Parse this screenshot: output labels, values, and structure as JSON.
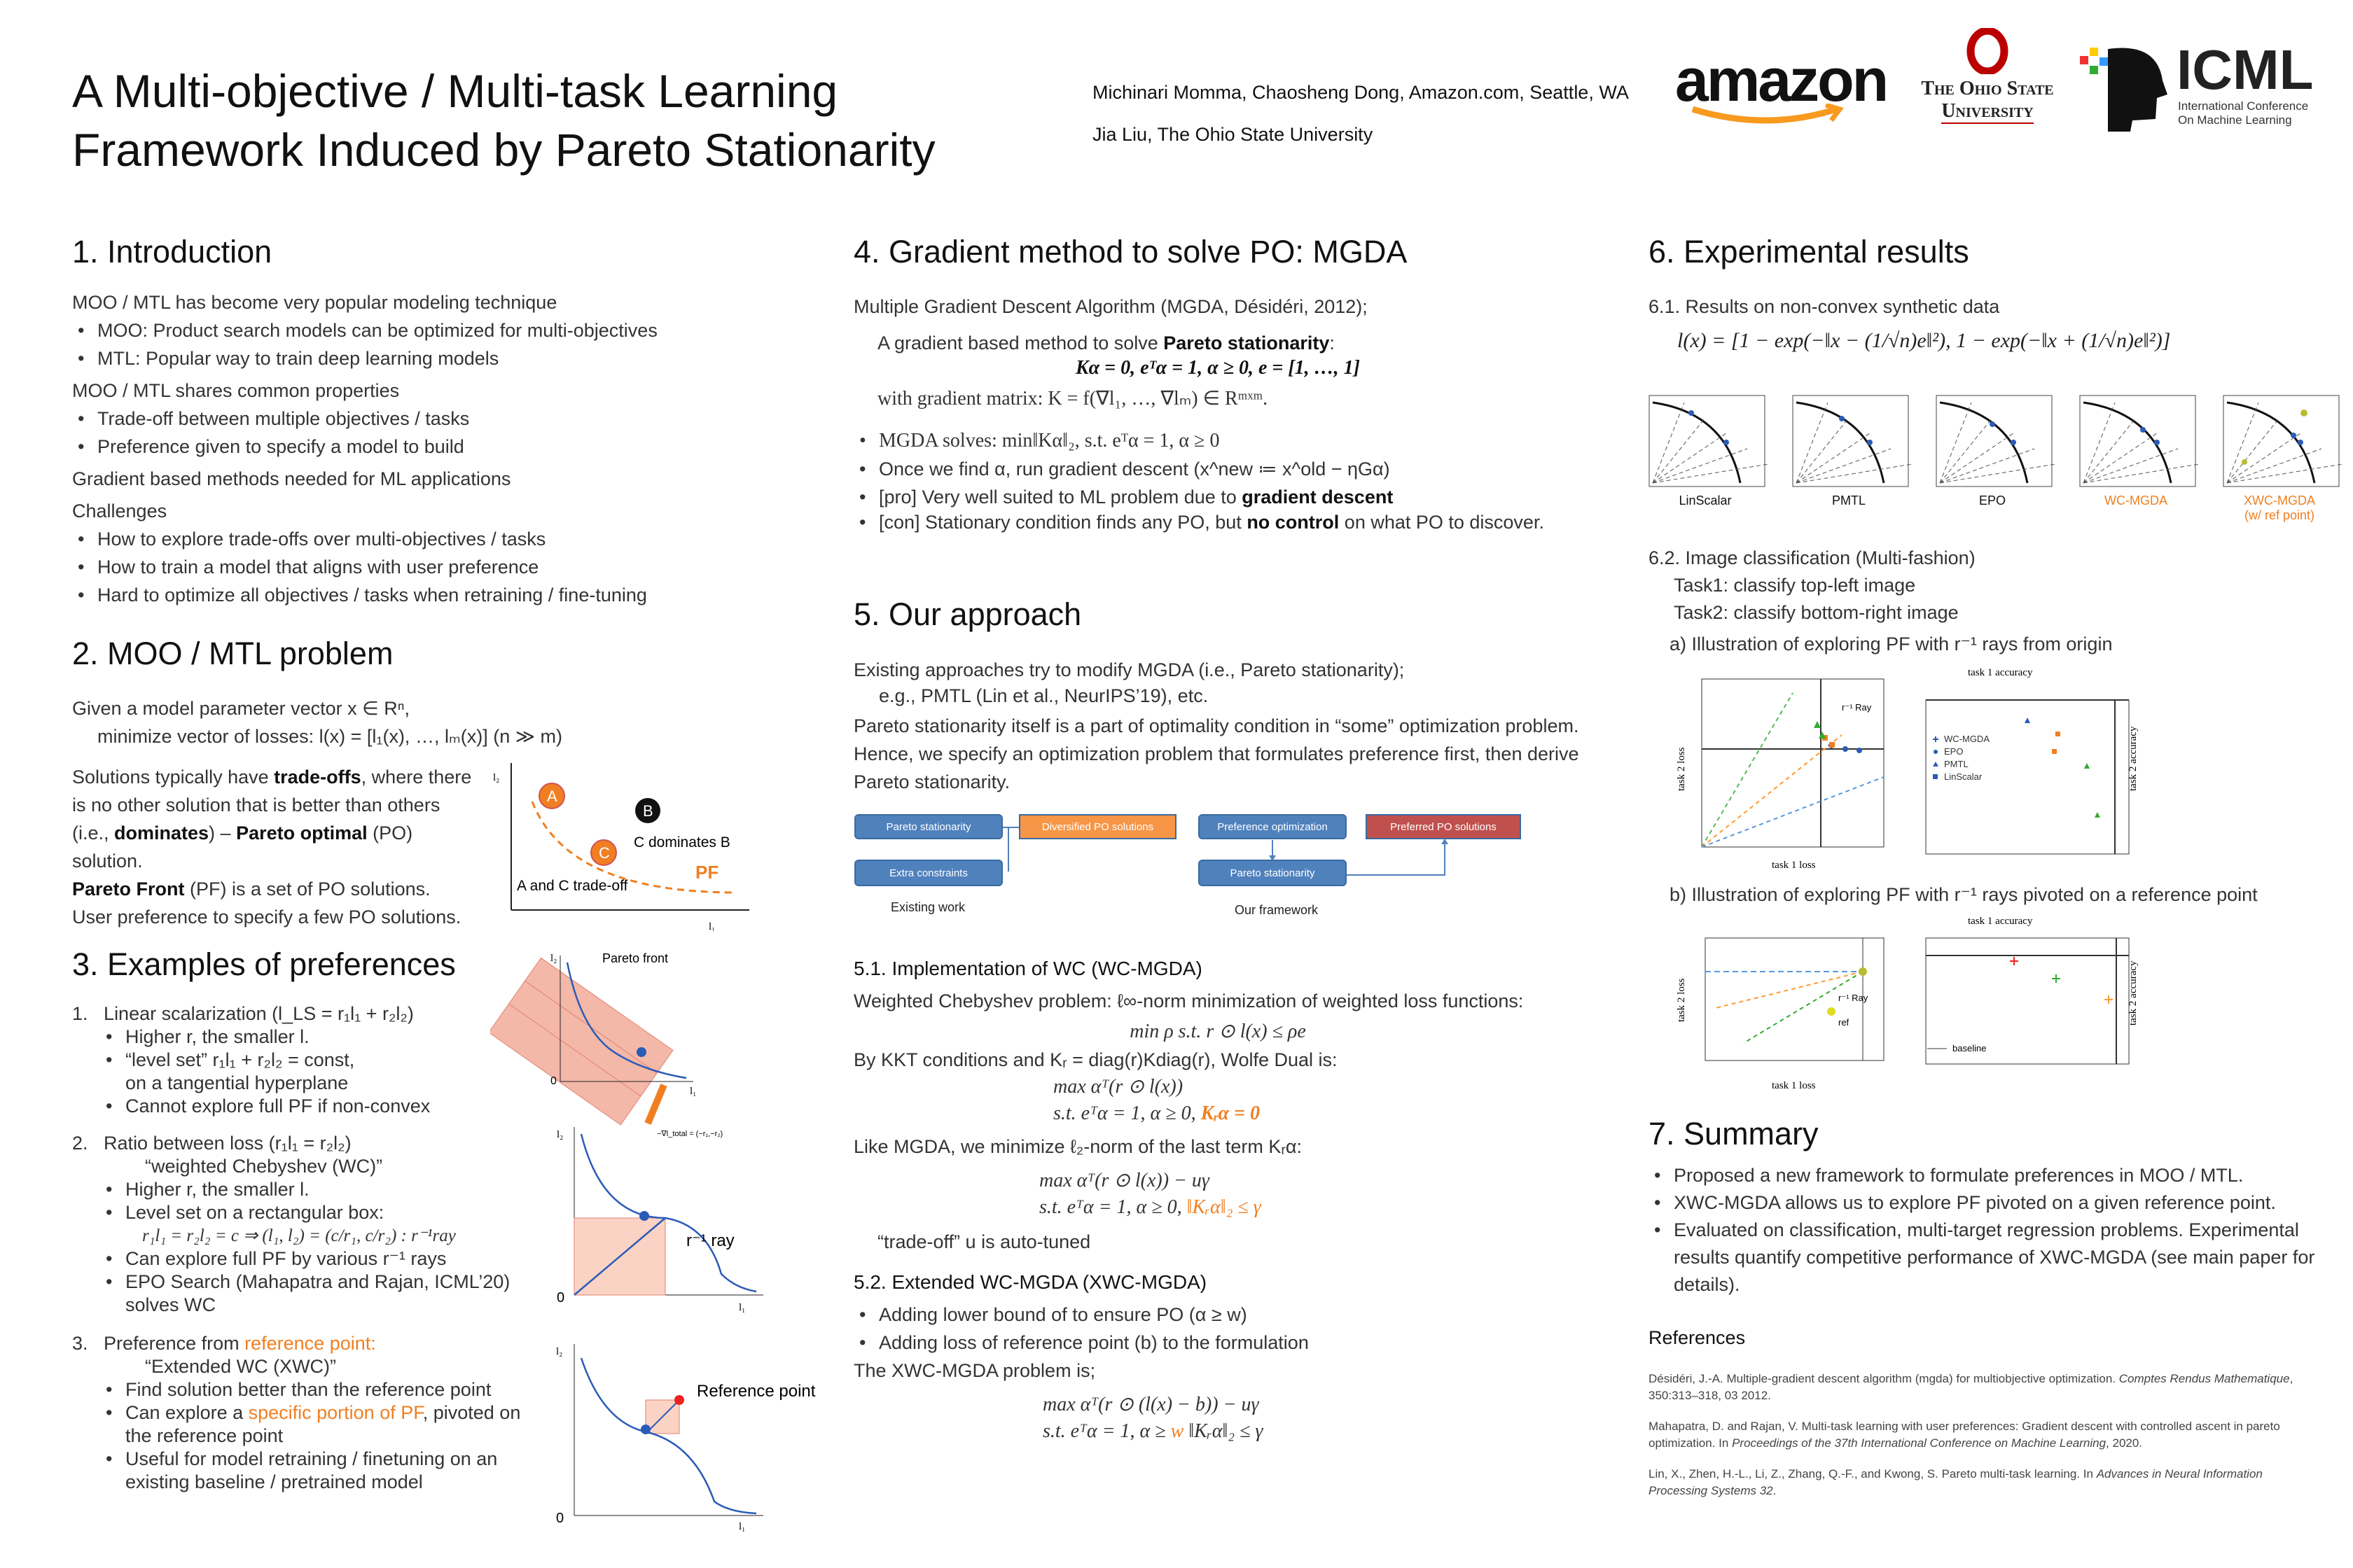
{
  "title": [
    "A Multi-objective / Multi-task Learning",
    "Framework Induced by Pareto Stationarity"
  ],
  "authors": [
    "Michinari Momma, Chaosheng Dong, Amazon.com, Seattle, WA",
    "Jia Liu, The Ohio State University"
  ],
  "logos": {
    "amazon": "amazon",
    "osu": [
      "The Ohio State",
      "University"
    ],
    "icml": "ICML",
    "icml_sub": [
      "International Conference",
      "On Machine Learning"
    ]
  },
  "colors": {
    "orange": "#f07f22",
    "blue": "#4f81bd",
    "red": "#c0504d"
  },
  "s1": {
    "h": "1. Introduction",
    "p1": "MOO / MTL has become very popular modeling technique",
    "b1": [
      "MOO: Product search models can be optimized for multi-objectives",
      "MTL: Popular way to train deep learning models"
    ],
    "p2": "MOO / MTL shares common properties",
    "b2": [
      "Trade-off between multiple objectives / tasks",
      "Preference given to specify a model to build"
    ],
    "p3": "Gradient based methods needed for ML applications",
    "p4": "Challenges",
    "b3": [
      "How to explore trade-offs over multi-objectives / tasks",
      "How to train a model that aligns with user preference",
      "Hard to optimize all objectives / tasks when retraining / fine-tuning"
    ]
  },
  "s2": {
    "h": "2. MOO / MTL problem",
    "l1": "Given a model parameter vector x ∈ Rⁿ,",
    "l2": "minimize vector of losses: l(x) = [l₁(x), …, lₘ(x)]  (n ≫ m)",
    "t1": "Solutions typically have ",
    "t1b": "trade-offs",
    "t2": ", where there is no other solution that is better than others (i.e., ",
    "t2b": "dominates",
    "t3": ") – ",
    "t3b": "Pareto optimal",
    "t4": " (PO) solution.",
    "pf_b": "Pareto Front",
    "pf": " (PF) is a set of PO solutions.",
    "user": "User preference to specify a few PO solutions.",
    "fig": {
      "A": "A",
      "B": "B",
      "C": "C",
      "cdom": "C dominates B",
      "trade": "A and C trade-off",
      "pf": "PF",
      "l1": "l₁",
      "l2": "l₂"
    }
  },
  "s3": {
    "h": "3. Examples of preferences",
    "i1": {
      "n": "1.",
      "t": "Linear scalarization (l_LS = r₁l₁ + r₂l₂)",
      "b": [
        "Higher r, the smaller l.",
        "“level set” r₁l₁ + r₂l₂ = const,",
        "on a tangential hyperplane",
        "Cannot explore full PF if non-convex"
      ]
    },
    "i2": {
      "n": "2.",
      "t": "Ratio between loss (r₁l₁ = r₂l₂)",
      "t2": "“weighted Chebyshev (WC)”",
      "b": [
        "Higher r, the smaller l.",
        "Level set on a rectangular box:"
      ],
      "eq": "r₁l₁ = r₂l₂ = c ⇒ (l₁, l₂) = (c/r₁, c/r₂) : r⁻¹ray",
      "b2": [
        "Can explore full PF by various r⁻¹ rays",
        "EPO Search (Mahapatra and Rajan, ICML’20) solves WC"
      ]
    },
    "i3": {
      "n": "3.",
      "t": "Preference from ",
      "tor": "reference point:",
      "t2": "“Extended WC (XWC)”",
      "b1": "Find solution better than the reference point",
      "b2a": "Can explore a ",
      "b2or": "specific portion of PF",
      "b2b": ", pivoted on the reference point",
      "b3": "Useful for model retraining / finetuning on an existing baseline / pretrained model"
    },
    "fig1": {
      "pf": "Pareto front",
      "o": "0",
      "l1": "l₁",
      "l2": "l₂",
      "grad": "−∇l_total = (−r₁,−r₂)"
    },
    "fig2": {
      "ray": "r⁻¹ ray",
      "o": "0",
      "l1": "l₁",
      "l2": "l₂"
    },
    "fig3": {
      "ref": "Reference point",
      "o": "0",
      "l1": "l₁",
      "l2": "l₂"
    }
  },
  "s4": {
    "h": "4. Gradient method to solve PO: MGDA",
    "p1": "Multiple Gradient Descent Algorithm (MGDA, Désidéri, 2012);",
    "p2": "A gradient based method to solve ",
    "p2b": "Pareto stationarity",
    "eq1": "Kα = 0, eᵀα = 1, α ≥ 0, e = [1, …, 1]",
    "p3": "with gradient matrix: K = f(∇l₁, …, ∇lₘ) ∈ Rᵐˣᵐ.",
    "b1": "MGDA solves:  min‖Kα‖₂,  s.t. eᵀα = 1, α ≥ 0",
    "b2": "Once we find α, run gradient descent (x^new ≔ x^old − ηGα)",
    "b3": "[pro] Very well suited to ML problem due to ",
    "b3b": "gradient descent",
    "b4": "[con] Stationary condition finds any PO, but ",
    "b4b": "no control",
    "b4c": " on what PO to discover."
  },
  "s5": {
    "h": "5. Our approach",
    "p1": "Existing approaches try to modify MGDA (i.e., Pareto stationarity);",
    "p1b": "e.g., PMTL (Lin et al., NeurIPS’19), etc.",
    "p2": "Pareto stationarity itself is a part of optimality condition in “some”  optimization problem. Hence, we specify an optimization problem that formulates preference first, then derive Pareto stationarity.",
    "diag": {
      "ps": "Pareto stationarity",
      "div": "Diversified PO solutions",
      "extra": "Extra constraints",
      "existing": "Existing work",
      "pref": "Preference optimization",
      "preferred": "Preferred PO solutions",
      "ps2": "Pareto stationarity",
      "ours": "Our framework"
    },
    "s51": {
      "h": "5.1. Implementation of WC (WC-MGDA)",
      "p1": "Weighted Chebyshev problem: ℓ∞-norm minimization of weighted loss functions:",
      "eq1": "min ρ   s.t.  r ⊙ l(x) ≤ ρe",
      "p2": "By KKT conditions and Kᵣ = diag(r)Kdiag(r), Wolfe Dual is:",
      "eq2a": "max αᵀ(r ⊙ l(x))",
      "eq2b": "s.t.   eᵀα = 1, α ≥ 0, ",
      "eq2c": "Kᵣα = 0",
      "p3": "Like MGDA, we minimize ℓ₂-norm of the last term Kᵣα:",
      "eq3a": "max αᵀ(r ⊙ l(x)) − uγ",
      "eq3b": "s.t.   eᵀα = 1, α ≥ 0, ",
      "eq3c": "‖Kᵣα‖₂ ≤ γ",
      "p4": "“trade-off” u is auto-tuned"
    },
    "s52": {
      "h": "5.2. Extended WC-MGDA (XWC-MGDA)",
      "b1": "Adding lower bound of to ensure PO (α ≥ w)",
      "b2": "Adding loss of reference point (b) to the formulation",
      "p1": "The XWC-MGDA problem is;",
      "eq1": "max αᵀ(r ⊙ (l(x) − b)) − uγ",
      "eq2a": "s.t.   eᵀα = 1, α ≥ ",
      "eq2w": "w",
      "eq2b": " ‖Kᵣα‖₂ ≤ γ"
    }
  },
  "s6": {
    "h": "6. Experimental results",
    "s61": "6.1. Results on non-convex synthetic data",
    "eq": "l(x) = [1 − exp(−‖x − (1/√n)e‖²), 1 − exp(−‖x + (1/√n)e‖²)]",
    "plots": [
      "LinScalar",
      "PMTL",
      "EPO",
      "WC-MGDA",
      "XWC-MGDA"
    ],
    "plot_note": "(w/ ref point)",
    "s62": "6.2. Image classification (Multi-fashion)",
    "task1": "Task1: classify top-left image",
    "task2": "Task2: classify bottom-right image",
    "a": "a) Illustration of exploring PF with r⁻¹ rays from origin",
    "b": "b) Illustration of exploring PF with r⁻¹ rays pivoted on a reference point",
    "fa": {
      "xl": "task 1 loss",
      "yl": "task 2 loss",
      "ray": "r⁻¹ Ray",
      "acc1": "task 1 accuracy",
      "acc2": "task 2 accuracy",
      "legend": [
        "WC-MGDA",
        "EPO",
        "PMTL",
        "LinScalar"
      ]
    },
    "fb": {
      "xl": "task 1 loss",
      "yl": "task 2 loss",
      "ray": "r⁻¹ Ray",
      "ref": "ref",
      "acc1": "task 1 accuracy",
      "acc2": "task 2 accuracy",
      "baseline": "baseline"
    }
  },
  "s7": {
    "h": "7. Summary",
    "b": [
      "Proposed a new framework to formulate preferences in MOO / MTL.",
      "XWC-MGDA allows us to explore PF pivoted on a given reference point.",
      "Evaluated on classification, multi-target regression problems. Experimental results quantify competitive performance of XWC-MGDA (see main paper for details)."
    ]
  },
  "refs": {
    "h": "References",
    "items": [
      {
        "a": "Désidéri, J.-A. Multiple-gradient descent algorithm (mgda) for multiobjective optimization. ",
        "i": "Comptes Rendus Mathematique",
        "c": ", 350:313–318, 03 2012."
      },
      {
        "a": "Mahapatra, D. and Rajan, V. Multi-task learning with user preferences: Gradient descent with controlled ascent in pareto optimization. In ",
        "i": "Proceedings of the 37th International Conference on Machine Learning",
        "c": ", 2020."
      },
      {
        "a": "Lin, X., Zhen, H.-L., Li, Z., Zhang, Q.-F., and Kwong, S. Pareto multi-task learning. In ",
        "i": "Advances in Neural Information Processing Systems 32",
        "c": "."
      }
    ]
  }
}
